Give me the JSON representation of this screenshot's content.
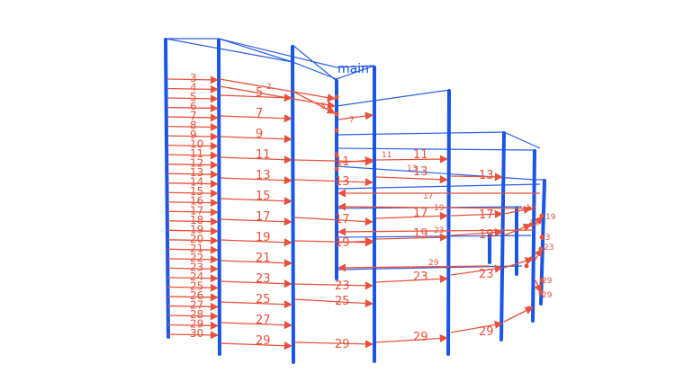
{
  "diagram": {
    "root_label": "main",
    "colors": {
      "node": "#1a55e8",
      "edge": "#e8513a",
      "outline": "#2a5fe6"
    },
    "column_a_labels": [
      "3",
      "4",
      "5",
      "6",
      "7",
      "8",
      "9",
      "10",
      "11",
      "12",
      "13",
      "14",
      "15",
      "16",
      "17",
      "18",
      "19",
      "20",
      "21",
      "22",
      "23",
      "24",
      "25",
      "26",
      "27",
      "28",
      "29",
      "30"
    ],
    "column_b_labels": [
      "5",
      "7",
      "9",
      "11",
      "13",
      "15",
      "17",
      "19",
      "21",
      "23",
      "25",
      "27",
      "29"
    ],
    "column_c_labels": [
      "11",
      "13",
      "17",
      "19",
      "23",
      "25",
      "29"
    ],
    "column_d_labels": [
      "11",
      "13",
      "17",
      "19",
      "23",
      "29"
    ],
    "column_e_labels": [
      "13",
      "17",
      "19",
      "23",
      "29"
    ],
    "small_labels": [
      "2",
      "5",
      "7",
      "11",
      "13",
      "17",
      "19",
      "23",
      "29"
    ],
    "right_labels": [
      "12",
      "19",
      "13",
      "23",
      "19",
      "29",
      "29"
    ]
  }
}
